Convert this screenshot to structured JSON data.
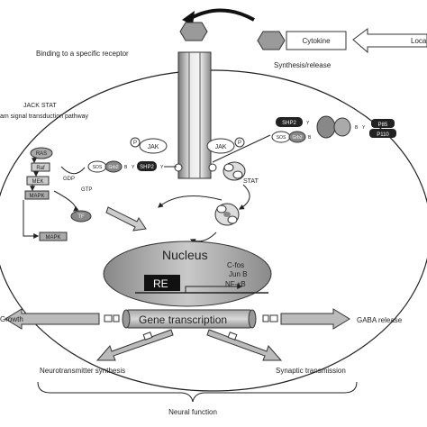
{
  "cytokine_box": "Cytokine",
  "local_label": "Loca",
  "binding_label": "Binding to a specific receptor",
  "synthesis_label": "Synthesis/release",
  "jak_stat_title": "JACK STAT",
  "pathway_label": "am signal transduction pathway",
  "proteins": {
    "jak_left": "JAK",
    "jak_right": "JAK",
    "p": "P",
    "ras": "RAS",
    "raf": "Raf",
    "mek": "MEK",
    "mapk1": "MAPK",
    "mapk2": "MAPK",
    "tf": "TF",
    "gdp": "GDP",
    "gtp": "GTP",
    "sos": "SOS",
    "grb2": "Grb2",
    "shp2": "SHP2",
    "stat": "STAT",
    "p85": "P85",
    "p110": "P110",
    "b": "B",
    "y": "Y"
  },
  "nucleus": {
    "title": "Nucleus",
    "re": "RE",
    "genes": [
      "C-fos",
      "Jun B",
      "NF-κB"
    ]
  },
  "gene_transcription": "Gene transcription",
  "growth_label": "Growth",
  "gaba_label": "GABA release",
  "neurotransmitter_label": "Neurotransmitter synthesis",
  "synaptic_label": "Synaptic transmission",
  "neural_function": "Neural function"
}
